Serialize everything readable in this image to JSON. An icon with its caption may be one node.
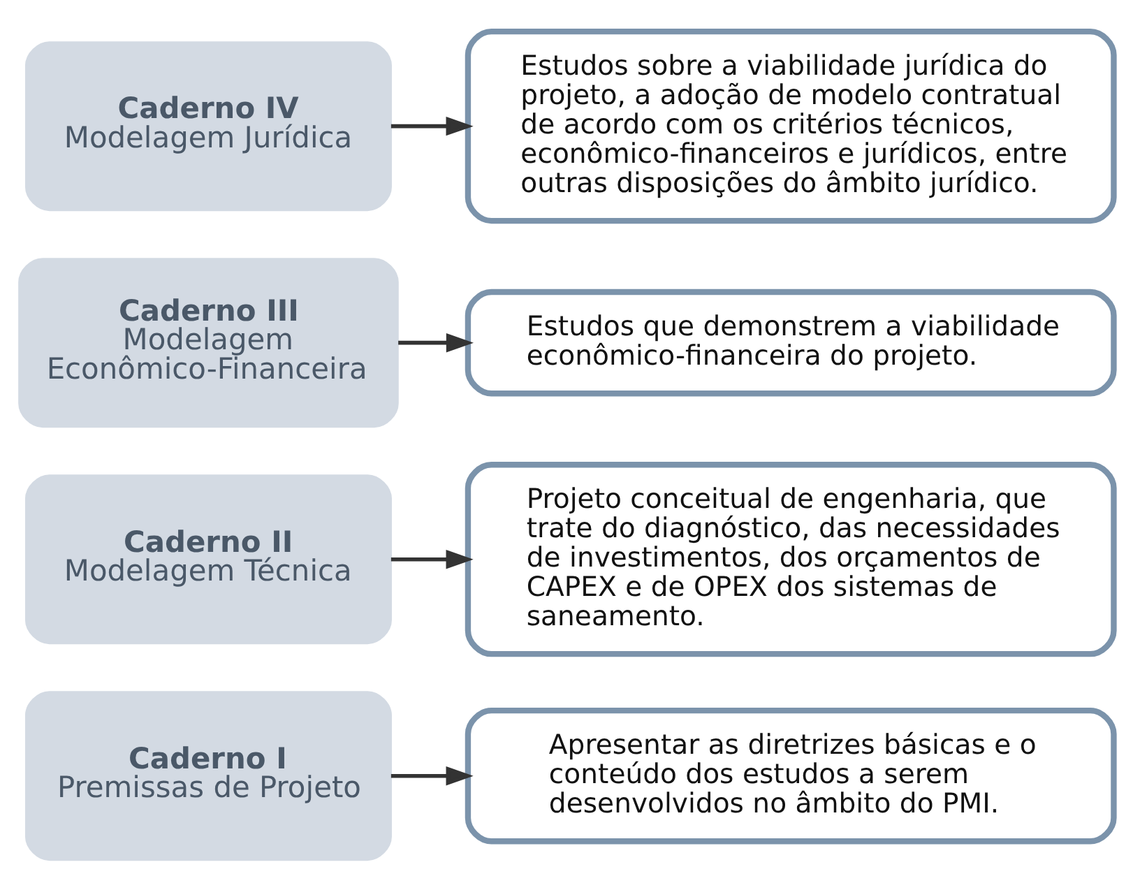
{
  "diagram": {
    "nodes": [
      {
        "text": [
          "Caderno I",
          "Premissas de Projeto"
        ]
      },
      {
        "text": [
          "Apresentar as diretrizes básicas e o conteúdo dos estudos a serem desenvolvidos no âmbito do PMI."
        ]
      },
      {
        "text": [
          "Caderno II",
          "Modelagem Técnica"
        ]
      },
      {
        "text": [
          "Projeto conceitual de engenharia, que trate do diagnóstico, das necessidades de investimentos, dos orçamentos de CAPEX e de OPEX dos sistemas de saneamento."
        ]
      },
      {
        "text": [
          "Caderno III",
          "Modelagem Econômico-Financeira"
        ]
      },
      {
        "text": [
          "Estudos que demonstrem a viabilidade econômico-financeira do projeto."
        ]
      },
      {
        "text": [
          "Caderno IV",
          "Modelagem Jurídica"
        ]
      },
      {
        "text": [
          "Estudos sobre a viabilidade jurídica do projeto, a adoção de modelo contratual de acordo com os critérios técnicos, econômico-financeiros e jurídicos, entre outras disposições do âmbito jurídico."
        ]
      }
    ],
    "edges": [
      {
        "from": 0,
        "to": 1,
        "arrow": "to"
      },
      {
        "from": 2,
        "to": 3,
        "arrow": "to"
      },
      {
        "from": 4,
        "to": 5,
        "arrow": "to"
      },
      {
        "from": 6,
        "to": 7,
        "arrow": "to"
      }
    ]
  }
}
